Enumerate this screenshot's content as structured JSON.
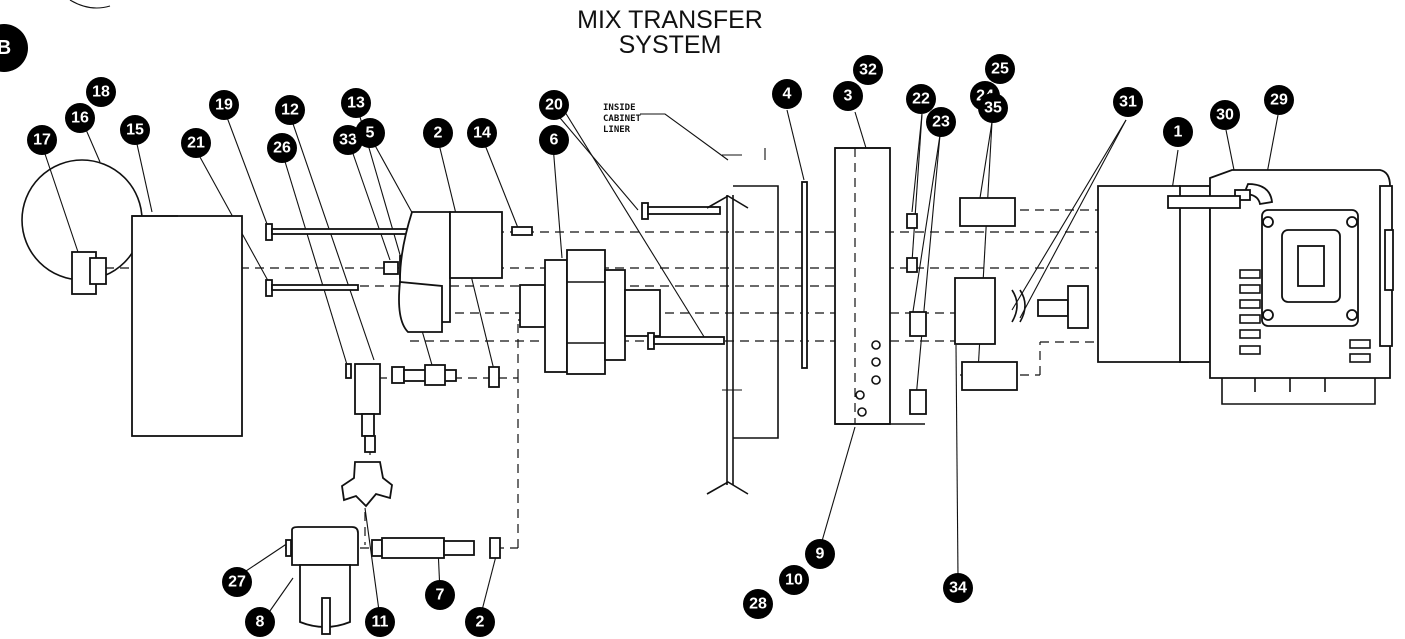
{
  "title": {
    "line1": "MIX TRANSFER",
    "line2": "SYSTEM"
  },
  "section_marker": "B",
  "note_inside_cabinet": [
    "INSIDE",
    "CABINET",
    "LINER"
  ],
  "callouts": [
    "17",
    "16",
    "18",
    "15",
    "21",
    "19",
    "26",
    "12",
    "33",
    "13",
    "5",
    "2",
    "14",
    "6",
    "20",
    "4",
    "3",
    "32",
    "22",
    "25",
    "24",
    "23",
    "35",
    "31",
    "1",
    "30",
    "29",
    "27",
    "8",
    "11",
    "7",
    "2",
    "9",
    "10",
    "28",
    "34"
  ]
}
